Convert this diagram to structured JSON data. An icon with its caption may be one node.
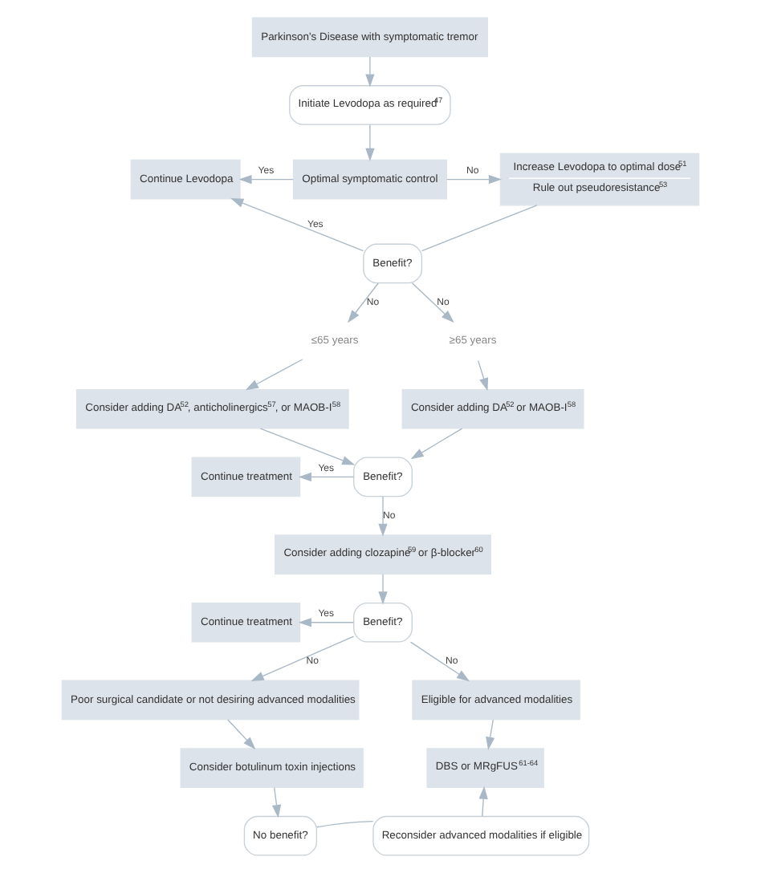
{
  "diagram": {
    "nodes": [
      {
        "text": [
          "Parkinson’s Disease with symptomatic tremor"
        ]
      },
      {
        "text": [
          "Initiate Levodopa as required$^{47}$"
        ]
      },
      {
        "text": [
          "Optimal symptomatic control"
        ]
      },
      {
        "text": [
          "Continue Levodopa"
        ]
      },
      {
        "text": [
          "Increase Levodopa to optimal dose$^{51}$",
          "Rule out pseudoresistance$^{53}$"
        ]
      },
      {
        "text": [
          "Benefit?"
        ]
      },
      {
        "text": [
          "≤65 years"
        ]
      },
      {
        "text": [
          "≥65 years"
        ]
      },
      {
        "text": [
          "Consider adding DA$^{52}$, anticholinergics$^{57}$, or MAOB-I$^{58}$"
        ]
      },
      {
        "text": [
          "Consider adding DA$^{52}$ or MAOB-I$^{58}$"
        ]
      },
      {
        "text": [
          "Benefit?"
        ]
      },
      {
        "text": [
          "Continue treatment"
        ]
      },
      {
        "text": [
          "Consider adding clozapine$^{59}$ or β-blocker$^{60}$"
        ]
      },
      {
        "text": [
          "Benefit?"
        ]
      },
      {
        "text": [
          "Continue treatment"
        ]
      },
      {
        "text": [
          "Poor surgical candidate or not desiring advanced modalities"
        ]
      },
      {
        "text": [
          "Eligible for advanced modalities"
        ]
      },
      {
        "text": [
          "Consider botulinum toxin injections"
        ]
      },
      {
        "text": [
          "DBS or MRgFUS$^{61-64}$"
        ]
      },
      {
        "text": [
          "No benefit?"
        ]
      },
      {
        "text": [
          "Reconsider advanced modalities if eligible"
        ]
      }
    ],
    "edges": [
      {
        "from": 0,
        "to": 1,
        "arrow": "to"
      },
      {
        "from": 1,
        "to": 2,
        "arrow": "to"
      },
      {
        "from": 2,
        "to": 3,
        "arrow": "to",
        "label": "Yes"
      },
      {
        "from": 2,
        "to": 4,
        "arrow": "to",
        "label": "No"
      },
      {
        "from": 4,
        "to": 5,
        "arrow": "none"
      },
      {
        "from": 5,
        "to": 3,
        "arrow": "to",
        "label": "Yes"
      },
      {
        "from": 5,
        "to": 6,
        "arrow": "to",
        "label": "No"
      },
      {
        "from": 5,
        "to": 7,
        "arrow": "to",
        "label": "No"
      },
      {
        "from": 6,
        "to": 8,
        "arrow": "to"
      },
      {
        "from": 7,
        "to": 9,
        "arrow": "to"
      },
      {
        "from": 8,
        "to": 10,
        "arrow": "to"
      },
      {
        "from": 9,
        "to": 10,
        "arrow": "to"
      },
      {
        "from": 10,
        "to": 11,
        "arrow": "to",
        "label": "Yes"
      },
      {
        "from": 10,
        "to": 12,
        "arrow": "to",
        "label": "No"
      },
      {
        "from": 12,
        "to": 13,
        "arrow": "to"
      },
      {
        "from": 13,
        "to": 14,
        "arrow": "to",
        "label": "Yes"
      },
      {
        "from": 13,
        "to": 15,
        "arrow": "to",
        "label": "No"
      },
      {
        "from": 13,
        "to": 16,
        "arrow": "to",
        "label": "No"
      },
      {
        "from": 15,
        "to": 17,
        "arrow": "to"
      },
      {
        "from": 16,
        "to": 18,
        "arrow": "to"
      },
      {
        "from": 17,
        "to": 19,
        "arrow": "to"
      },
      {
        "from": 19,
        "to": 20,
        "arrow": "none"
      },
      {
        "from": 20,
        "to": 18,
        "arrow": "to"
      }
    ]
  }
}
